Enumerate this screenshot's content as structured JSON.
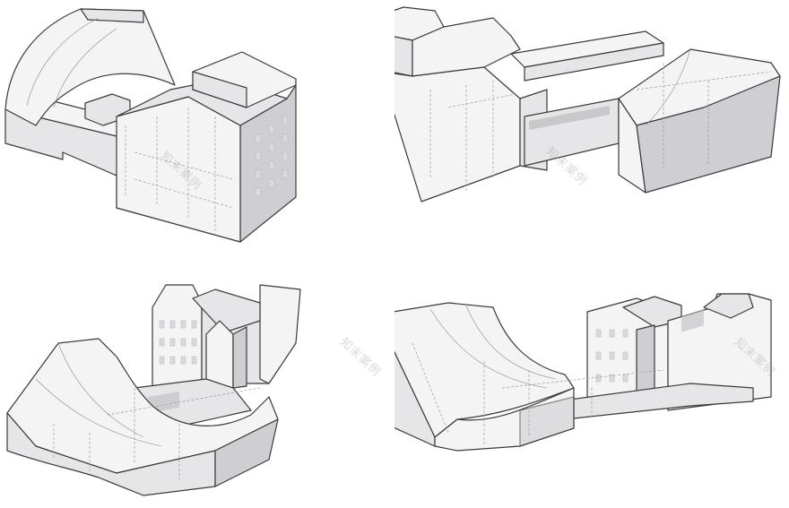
{
  "figure": {
    "watermark_text": "知末案例",
    "panels": [
      {
        "id": "view-1"
      },
      {
        "id": "view-2"
      },
      {
        "id": "view-3"
      },
      {
        "id": "view-4"
      }
    ]
  }
}
